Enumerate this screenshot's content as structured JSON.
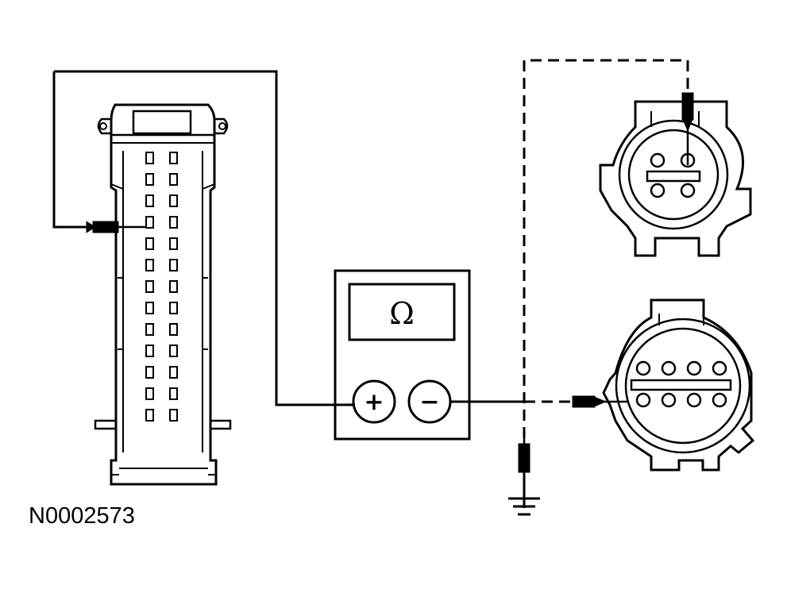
{
  "figure_id": "N0002573",
  "meter": {
    "display_symbol": "Ω",
    "positive_symbol": "+",
    "negative_symbol": "−"
  },
  "connector_left": {
    "pin_rows": 13,
    "pin_columns": 2,
    "probed_pin": {
      "row": 4,
      "column": 1
    }
  },
  "connector_top_right": {
    "pin_rows": 2,
    "pin_columns": 2,
    "probed_pin": {
      "row": 1,
      "column": 2
    }
  },
  "connector_bottom_right": {
    "pin_rows": 2,
    "pin_columns": 4
  },
  "colors": {
    "line": "#000000",
    "background": "#ffffff"
  }
}
